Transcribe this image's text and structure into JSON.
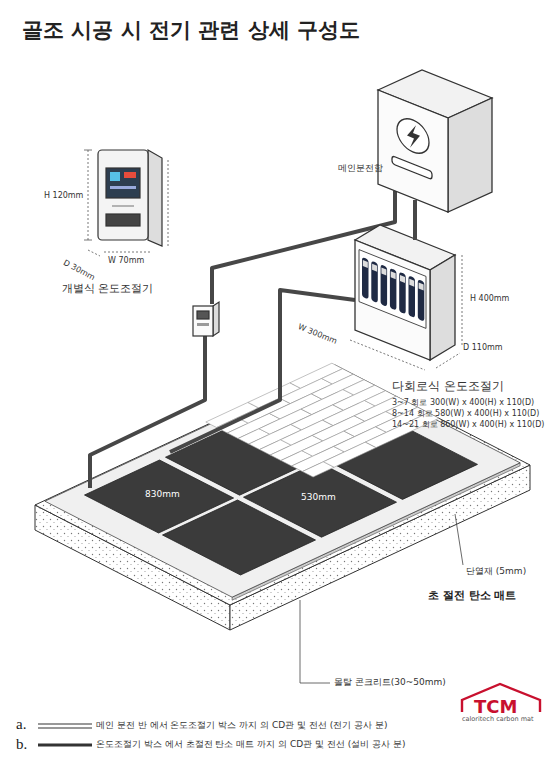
{
  "diagram": {
    "title": "골조 시공 시 전기 관련 상세 구성도",
    "nodes": [
      {
        "text": [
          "개별식 온도조절기"
        ]
      },
      {
        "text": [
          "메인분전함"
        ]
      },
      {
        "text": [
          "다회로식 온도조절기",
          "3~7 회로 300(W) x 400(H) x 110(D)",
          "8~14 회로 580(W) x 400(H) x 110(D)",
          "14~21 회로 860(W) x 400(H) x 110(D)"
        ]
      }
    ],
    "edges": [
      {
        "from": 1,
        "to": 2,
        "arrow": "none"
      }
    ],
    "labels": [
      "H 120mm",
      "D 30mm",
      "W 70mm",
      "H 400mm",
      "W 300mm",
      "D 110mm",
      "830mm",
      "530mm",
      "단열재 (5mm)",
      "초 절전 탄소 매트",
      "몰탈 콘크리트(30~50mm)",
      "a.",
      "b.",
      "TCM",
      "caloritech carbon mat"
    ],
    "legend": [
      {
        "text": "메인 분전 반 에서 온도조절기 박스 까지 의 CD관 및 전선 (전기 공사 분)"
      },
      {
        "text": "온도조절기 박스 에서 초절전 탄소 매트 까지 의 CD관 및 전선 (설비 공사 분)"
      }
    ]
  }
}
